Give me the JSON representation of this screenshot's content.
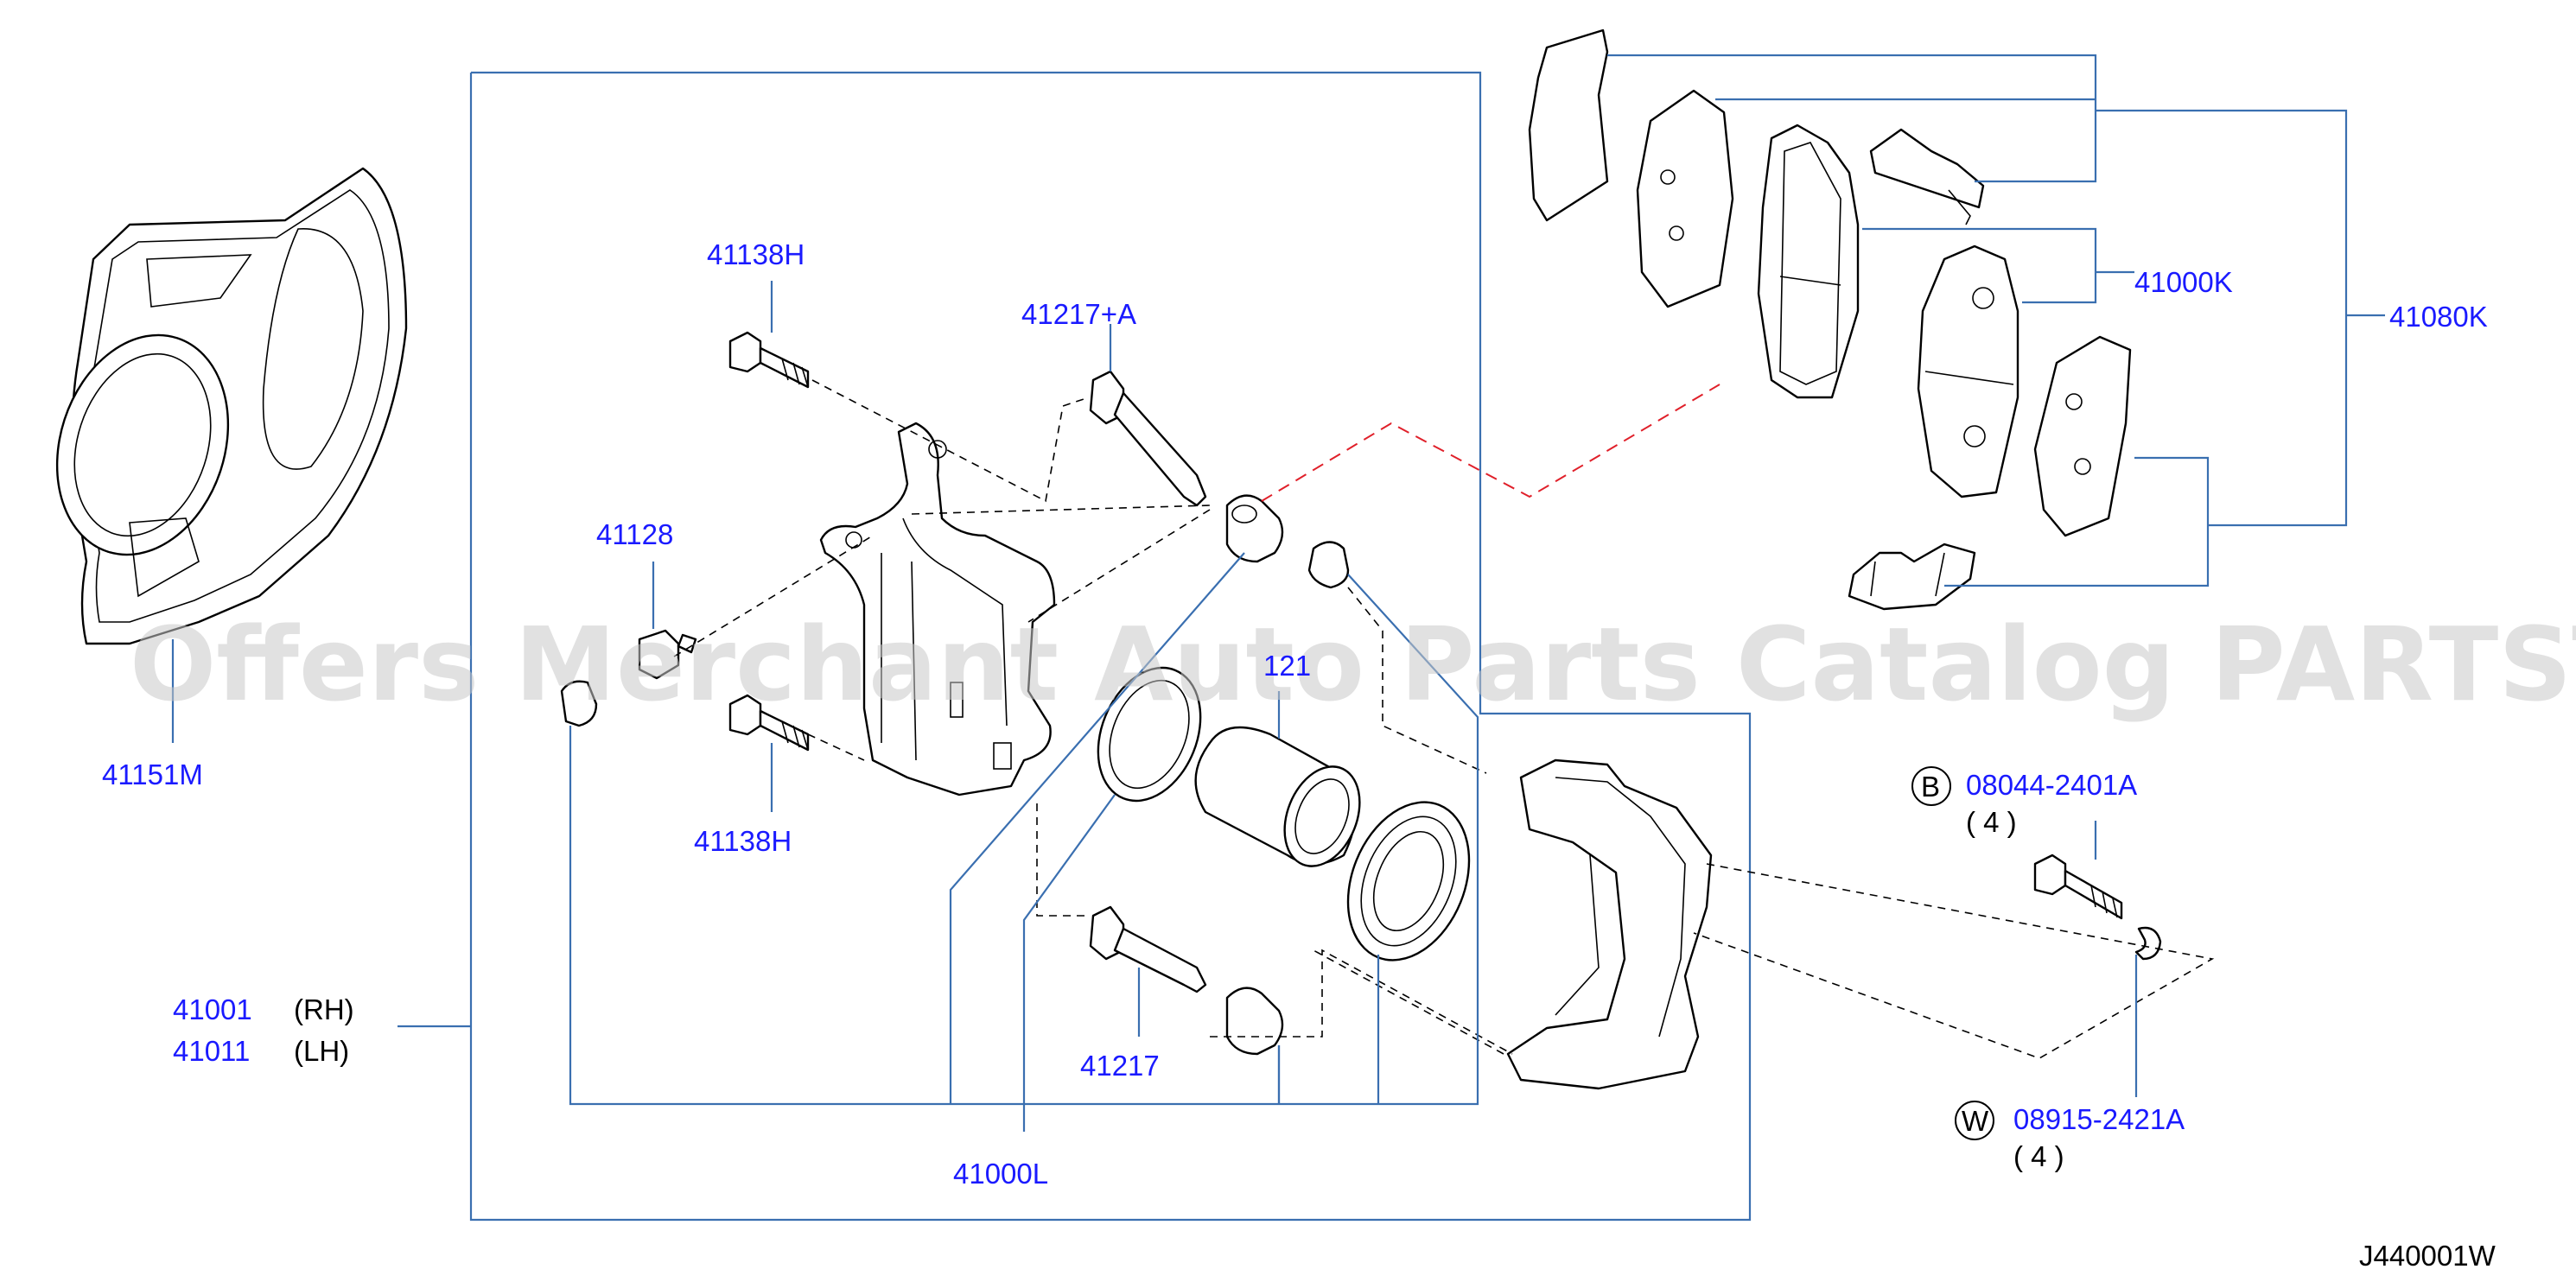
{
  "labels": {
    "shield": "41151M",
    "bolt_top": "41138H",
    "bolt_bottom": "41138H",
    "bleeder": "41128",
    "pin_top": "41217+A",
    "pin_bottom": "41217",
    "seal_partial": "121",
    "kit_l": "41000L",
    "caliper_rh": "41001",
    "caliper_rh_suffix": "(RH)",
    "caliper_lh": "41011",
    "caliper_lh_suffix": "(LH)",
    "pad_kit": "41000K",
    "pad_set": "41080K",
    "bolt_b_code": "08044-2401A",
    "bolt_b_qty": "( 4 )",
    "bolt_b_marker": "B",
    "washer_w_code": "08915-2421A",
    "washer_w_qty": "( 4 )",
    "washer_w_marker": "W",
    "figure_id": "J440001W"
  },
  "watermark": "Offers Merchant Auto Parts Catalog PARTSTORE.SA",
  "colors": {
    "label_blue": "#1a1aff",
    "leader_blue": "#3a6fb0",
    "dashed_red": "#e0202a",
    "watermark_gray": "#c8c8c8"
  }
}
